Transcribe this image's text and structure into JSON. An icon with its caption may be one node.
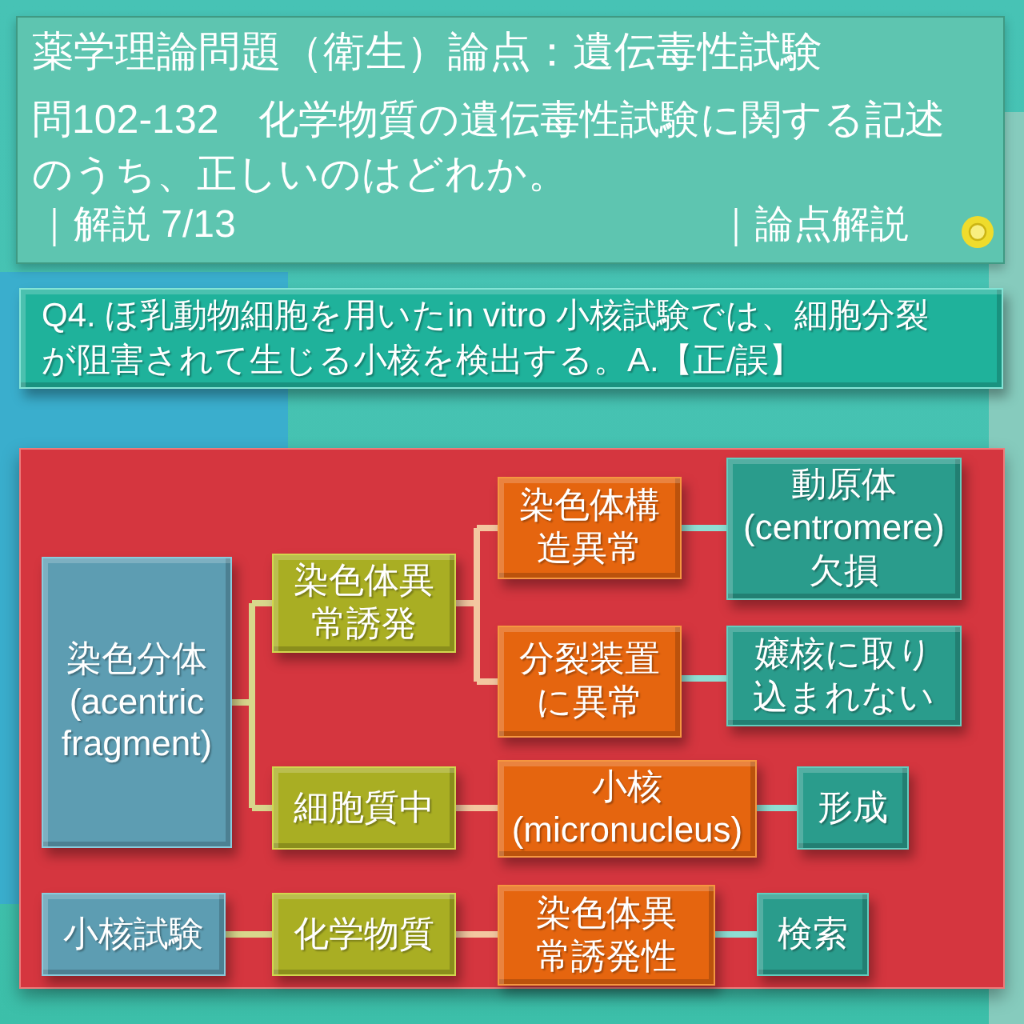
{
  "diagram": {
    "title": "薬学理論問題（衛生）論点：遺伝毒性試験",
    "nodes": [
      {
        "text": [
          "Q4. ほ乳動物細胞を用いたin vitro 小核試験では、細胞分裂が阻害されて生じる小核を検出する。A.【正/誤】"
        ]
      },
      {
        "text": [
          "染色分体 (acentric fragment)"
        ]
      },
      {
        "text": [
          "染色体異常誘発"
        ]
      },
      {
        "text": [
          "染色体構造異常"
        ]
      },
      {
        "text": [
          "動原体 (centromere) 欠損"
        ]
      },
      {
        "text": [
          "分裂装置に異常"
        ]
      },
      {
        "text": [
          "嬢核に取り込まれない"
        ]
      },
      {
        "text": [
          "細胞質中"
        ]
      },
      {
        "text": [
          "小核 (micronucleus)"
        ]
      },
      {
        "text": [
          "形成"
        ]
      },
      {
        "text": [
          "小核試験"
        ]
      },
      {
        "text": [
          "化学物質"
        ]
      },
      {
        "text": [
          "染色体異常誘発性"
        ]
      },
      {
        "text": [
          "検索"
        ]
      }
    ],
    "edges": [
      {
        "from": 1,
        "to": 2,
        "arrow": "none",
        "color": "#d8d68c"
      },
      {
        "from": 1,
        "to": 7,
        "arrow": "none",
        "color": "#d8d68c"
      },
      {
        "from": 2,
        "to": 3,
        "arrow": "none",
        "color": "#f3c7a0"
      },
      {
        "from": 2,
        "to": 5,
        "arrow": "none",
        "color": "#f3c7a0"
      },
      {
        "from": 3,
        "to": 4,
        "arrow": "none",
        "color": "#8fded3"
      },
      {
        "from": 5,
        "to": 6,
        "arrow": "none",
        "color": "#8fded3"
      },
      {
        "from": 7,
        "to": 8,
        "arrow": "none",
        "color": "#f3c7a0"
      },
      {
        "from": 8,
        "to": 9,
        "arrow": "none",
        "color": "#8fded3"
      },
      {
        "from": 10,
        "to": 11,
        "arrow": "none",
        "color": "#d8d68c"
      },
      {
        "from": 11,
        "to": 12,
        "arrow": "none",
        "color": "#f3c7a0"
      },
      {
        "from": 12,
        "to": 13,
        "arrow": "none",
        "color": "#8fded3"
      }
    ],
    "labels": [
      "問102-132　化学物質の遺伝毒性試験に関する記述のうち、正しいのはどれか。",
      "｜解説 7/13",
      "｜論点解説"
    ]
  }
}
